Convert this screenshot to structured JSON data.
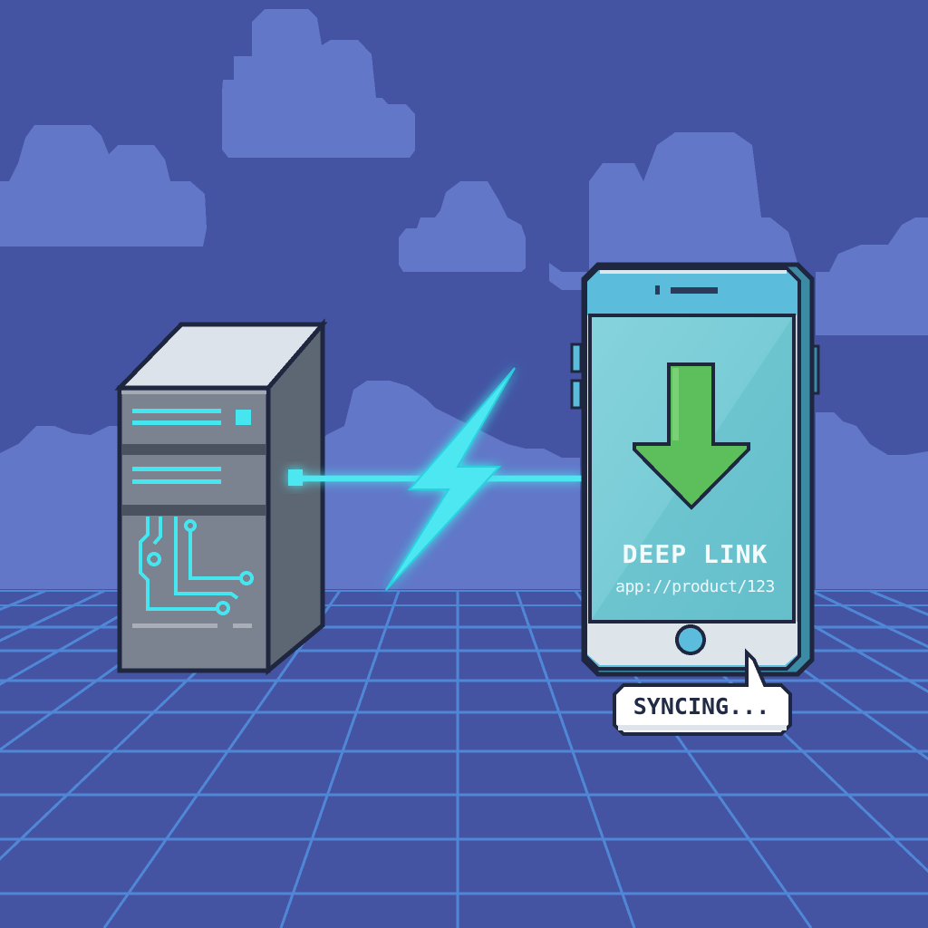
{
  "scene": {
    "description": "Pixel-art illustration of a server syncing a deep link to a phone",
    "colors": {
      "sky": "#4454a3",
      "cloud": "#6277c8",
      "grid_line": "#4f86d6",
      "server_front": "#7a838f",
      "server_side": "#5d6773",
      "server_top": "#dde3ea",
      "outline": "#1f2740",
      "neon": "#45e6f0",
      "phone_body": "#5bbcdc",
      "phone_screen": "#78cdd6",
      "phone_bezel": "#dde5ea",
      "arrow": "#5cbf5b",
      "bubble": "#ffffff"
    }
  },
  "server": {
    "label": "server-tower",
    "icons": [
      "status-light-icon",
      "circuit-traces-icon"
    ]
  },
  "connection": {
    "icon": "lightning-bolt-icon"
  },
  "phone": {
    "screen": {
      "icon": "download-arrow-icon",
      "title": "DEEP LINK",
      "url": "app://product/123"
    }
  },
  "status_bubble": {
    "text": "SYNCING..."
  }
}
